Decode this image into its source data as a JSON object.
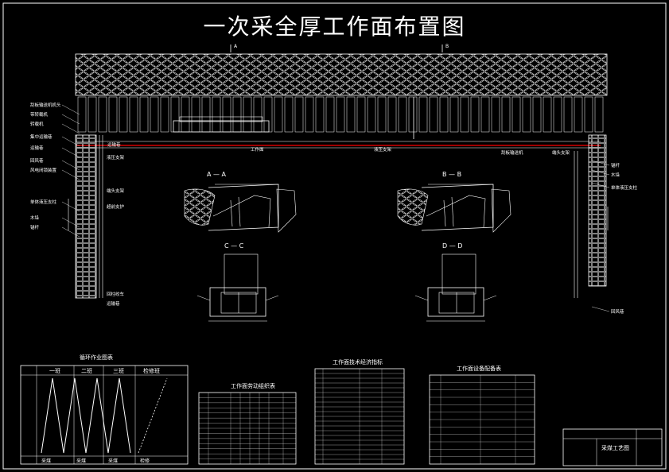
{
  "drawing": {
    "title": "一次采全厚工作面布置图",
    "section_marks": {
      "a_mark": "A",
      "b_mark": "B",
      "aa": "A — A",
      "bb": "B — B",
      "cc": "C — C",
      "dd": "D — D"
    },
    "left_callouts": [
      "刮板输送机机头",
      "带转载机",
      "转载机",
      "集中运输巷",
      "运输巷",
      "回风巷",
      "风电闭锁装置",
      "单体液压支柱",
      "木垛",
      "锚杆"
    ],
    "left_inner_labels": [
      "液压支架",
      "端头支架",
      "超前支护",
      "回柱绞车",
      "运输巷"
    ],
    "plan_labels": {
      "red_line": "刮板输送机",
      "support": "液压支架",
      "top_left": "运输巷",
      "center": "工作面",
      "right_a": "端头支架",
      "right_b": "回风巷"
    },
    "right_callouts": [
      "锚杆",
      "木垛",
      "单体液压支柱",
      "回风巷"
    ],
    "tables": {
      "cycle": {
        "title": "循环作业图表",
        "headers": [
          "一班",
          "二班",
          "三班",
          "检修班"
        ],
        "footer": [
          "采煤",
          "采煤",
          "采煤",
          "检修"
        ]
      },
      "labor": {
        "title": "工作面劳动组织表"
      },
      "tech": {
        "title": "工作面技术经济指标"
      },
      "equip": {
        "title": "工作面设备配备表"
      },
      "titleblock": {
        "name": "采煤工艺图"
      }
    }
  },
  "colors": {
    "line": "#ffffff",
    "accent": "#ff0000",
    "bg": "#000000"
  }
}
